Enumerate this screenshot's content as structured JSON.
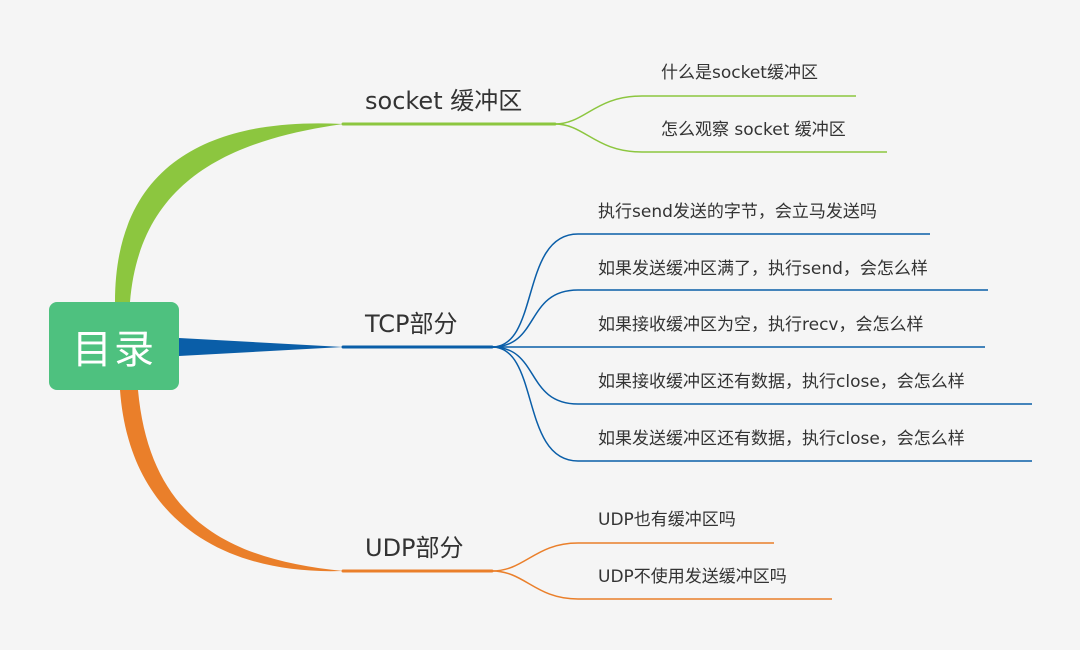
{
  "root": {
    "label": "目录",
    "color": "#4ec17f"
  },
  "branches": [
    {
      "label": "socket 缓冲区",
      "color": "#8cc63f",
      "children": [
        "什么是socket缓冲区",
        "怎么观察 socket 缓冲区"
      ]
    },
    {
      "label": "TCP部分",
      "color": "#0a5ea8",
      "children": [
        "执行send发送的字节，会立马发送吗",
        "如果发送缓冲区满了，执行send，会怎么样",
        "如果接收缓冲区为空，执行recv，会怎么样",
        "如果接收缓冲区还有数据，执行close，会怎么样",
        "如果发送缓冲区还有数据，执行close，会怎么样"
      ]
    },
    {
      "label": "UDP部分",
      "color": "#ea7f2a",
      "children": [
        "UDP也有缓冲区吗",
        "UDP不使用发送缓冲区吗"
      ]
    }
  ]
}
